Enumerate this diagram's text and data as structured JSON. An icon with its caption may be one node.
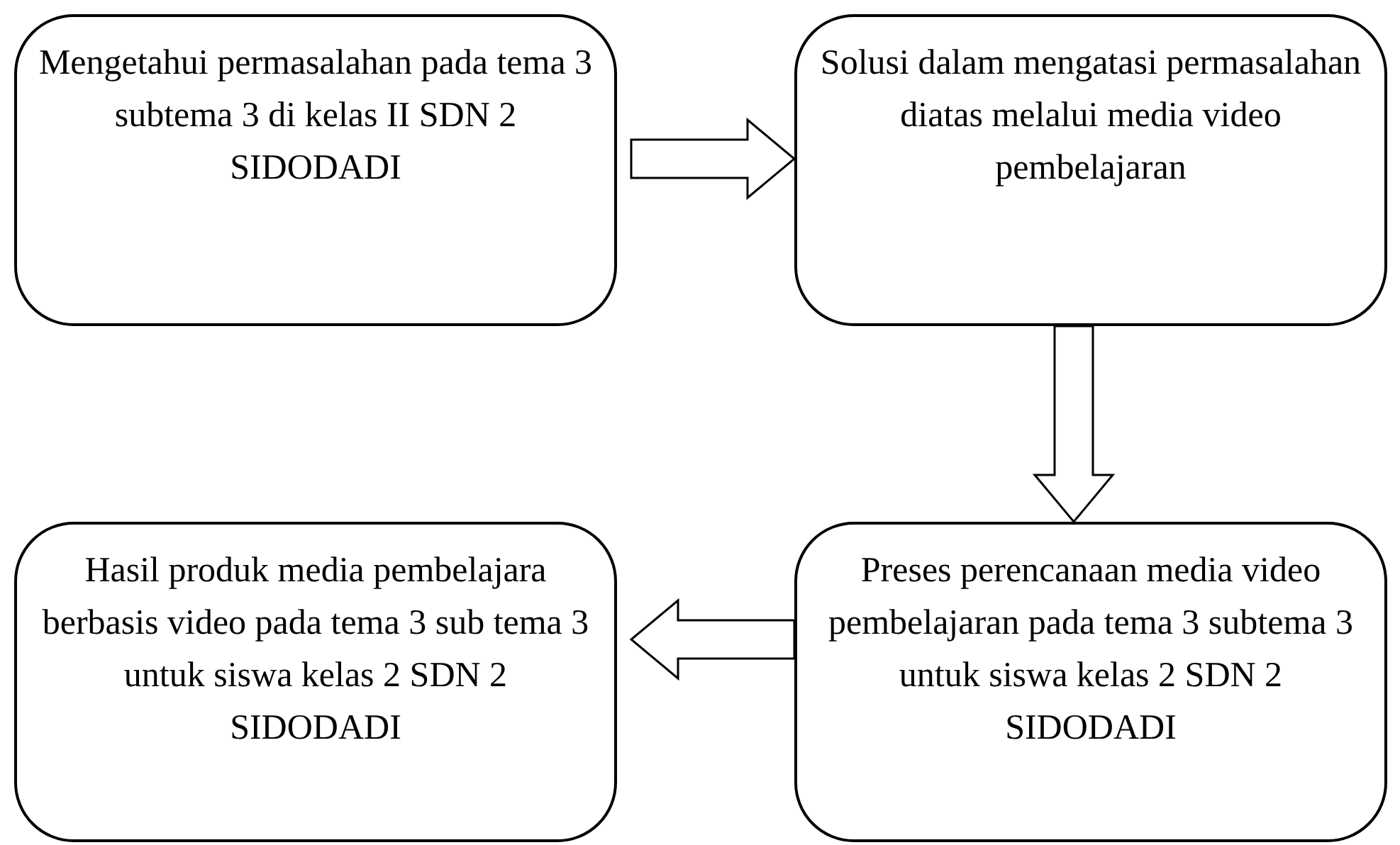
{
  "diagram": {
    "nodes": [
      {
        "text": [
          "Mengetahui permasalahan pada tema 3 subtema 3 di kelas II SDN 2 SIDODADI"
        ]
      },
      {
        "text": [
          "Solusi dalam mengatasi permasalahan diatas melalui media video pembelajaran"
        ]
      },
      {
        "text": [
          "Hasil produk media pembelajara berbasis video pada tema 3 sub tema 3 untuk siswa kelas 2 SDN 2 SIDODADI"
        ]
      },
      {
        "text": [
          "Preses perencanaan media video pembelajaran pada tema 3 subtema 3 untuk siswa kelas 2 SDN 2 SIDODADI"
        ]
      }
    ],
    "edges": [
      {
        "from": 0,
        "to": 1,
        "arrow": "to"
      },
      {
        "from": 1,
        "to": 3,
        "arrow": "to"
      },
      {
        "from": 3,
        "to": 2,
        "arrow": "to"
      }
    ]
  }
}
